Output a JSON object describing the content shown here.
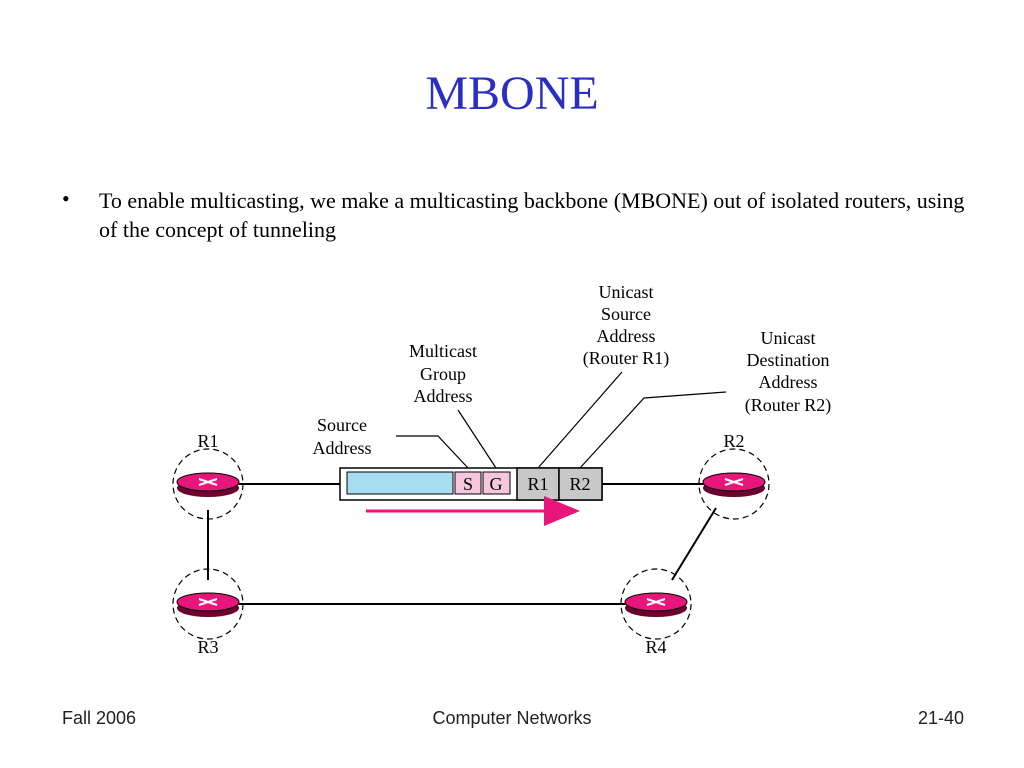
{
  "slide": {
    "title": "MBONE",
    "bullet_symbol": "•",
    "bullet": "To enable multicasting, we make a multicasting backbone (MBONE) out of isolated routers, using of the concept of tunneling"
  },
  "diagram": {
    "routers": [
      "R1",
      "R2",
      "R3",
      "R4"
    ],
    "packet": {
      "s": "S",
      "g": "G",
      "r1": "R1",
      "r2": "R2"
    },
    "labels": {
      "source_address": [
        "Source",
        "Address"
      ],
      "multicast_group_address": [
        "Multicast",
        "Group",
        "Address"
      ],
      "unicast_source_address": [
        "Unicast",
        "Source",
        "Address",
        "(Router R1)"
      ],
      "unicast_destination_address": [
        "Unicast",
        "Destination",
        "Address",
        "(Router R2)"
      ]
    },
    "colors": {
      "router_fill": "#e8157a",
      "arrow": "#e8157a",
      "payload": "#a8dcef",
      "sg_field": "#f6c7dc",
      "tunnel_field": "#c8c8c8"
    }
  },
  "footer": {
    "left": "Fall 2006",
    "center": "Computer Networks",
    "right": "21-40"
  }
}
